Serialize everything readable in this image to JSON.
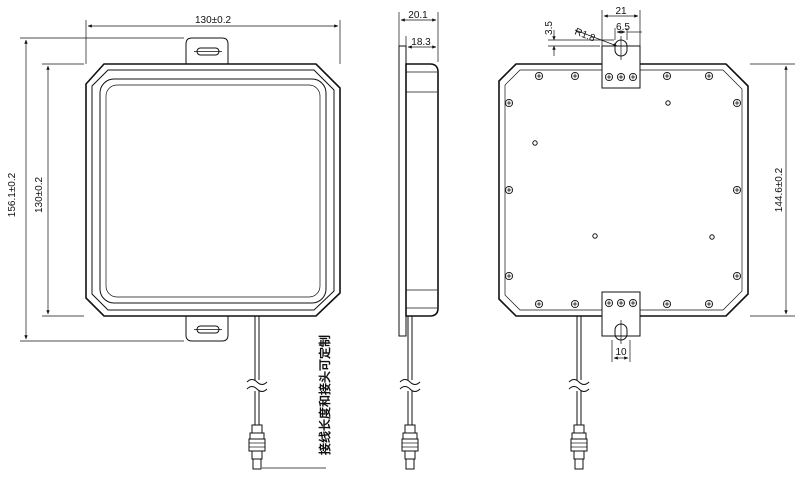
{
  "front_view": {
    "width_dim": "130±0.2",
    "height_outer_dim": "156.1±0.2",
    "height_inner_dim": "130±0.2"
  },
  "side_view": {
    "depth_outer_dim": "20.1",
    "depth_inner_dim": "18.3"
  },
  "back_view": {
    "bracket_width_dim": "21",
    "slot_width_dim": "6.5",
    "slot_radius_dim": "R1.8",
    "slot_offset_dim": "3.5",
    "height_dim": "144.6±0.2",
    "bottom_slot_dim": "10"
  },
  "cable_note": "接线长度和接头可定制"
}
